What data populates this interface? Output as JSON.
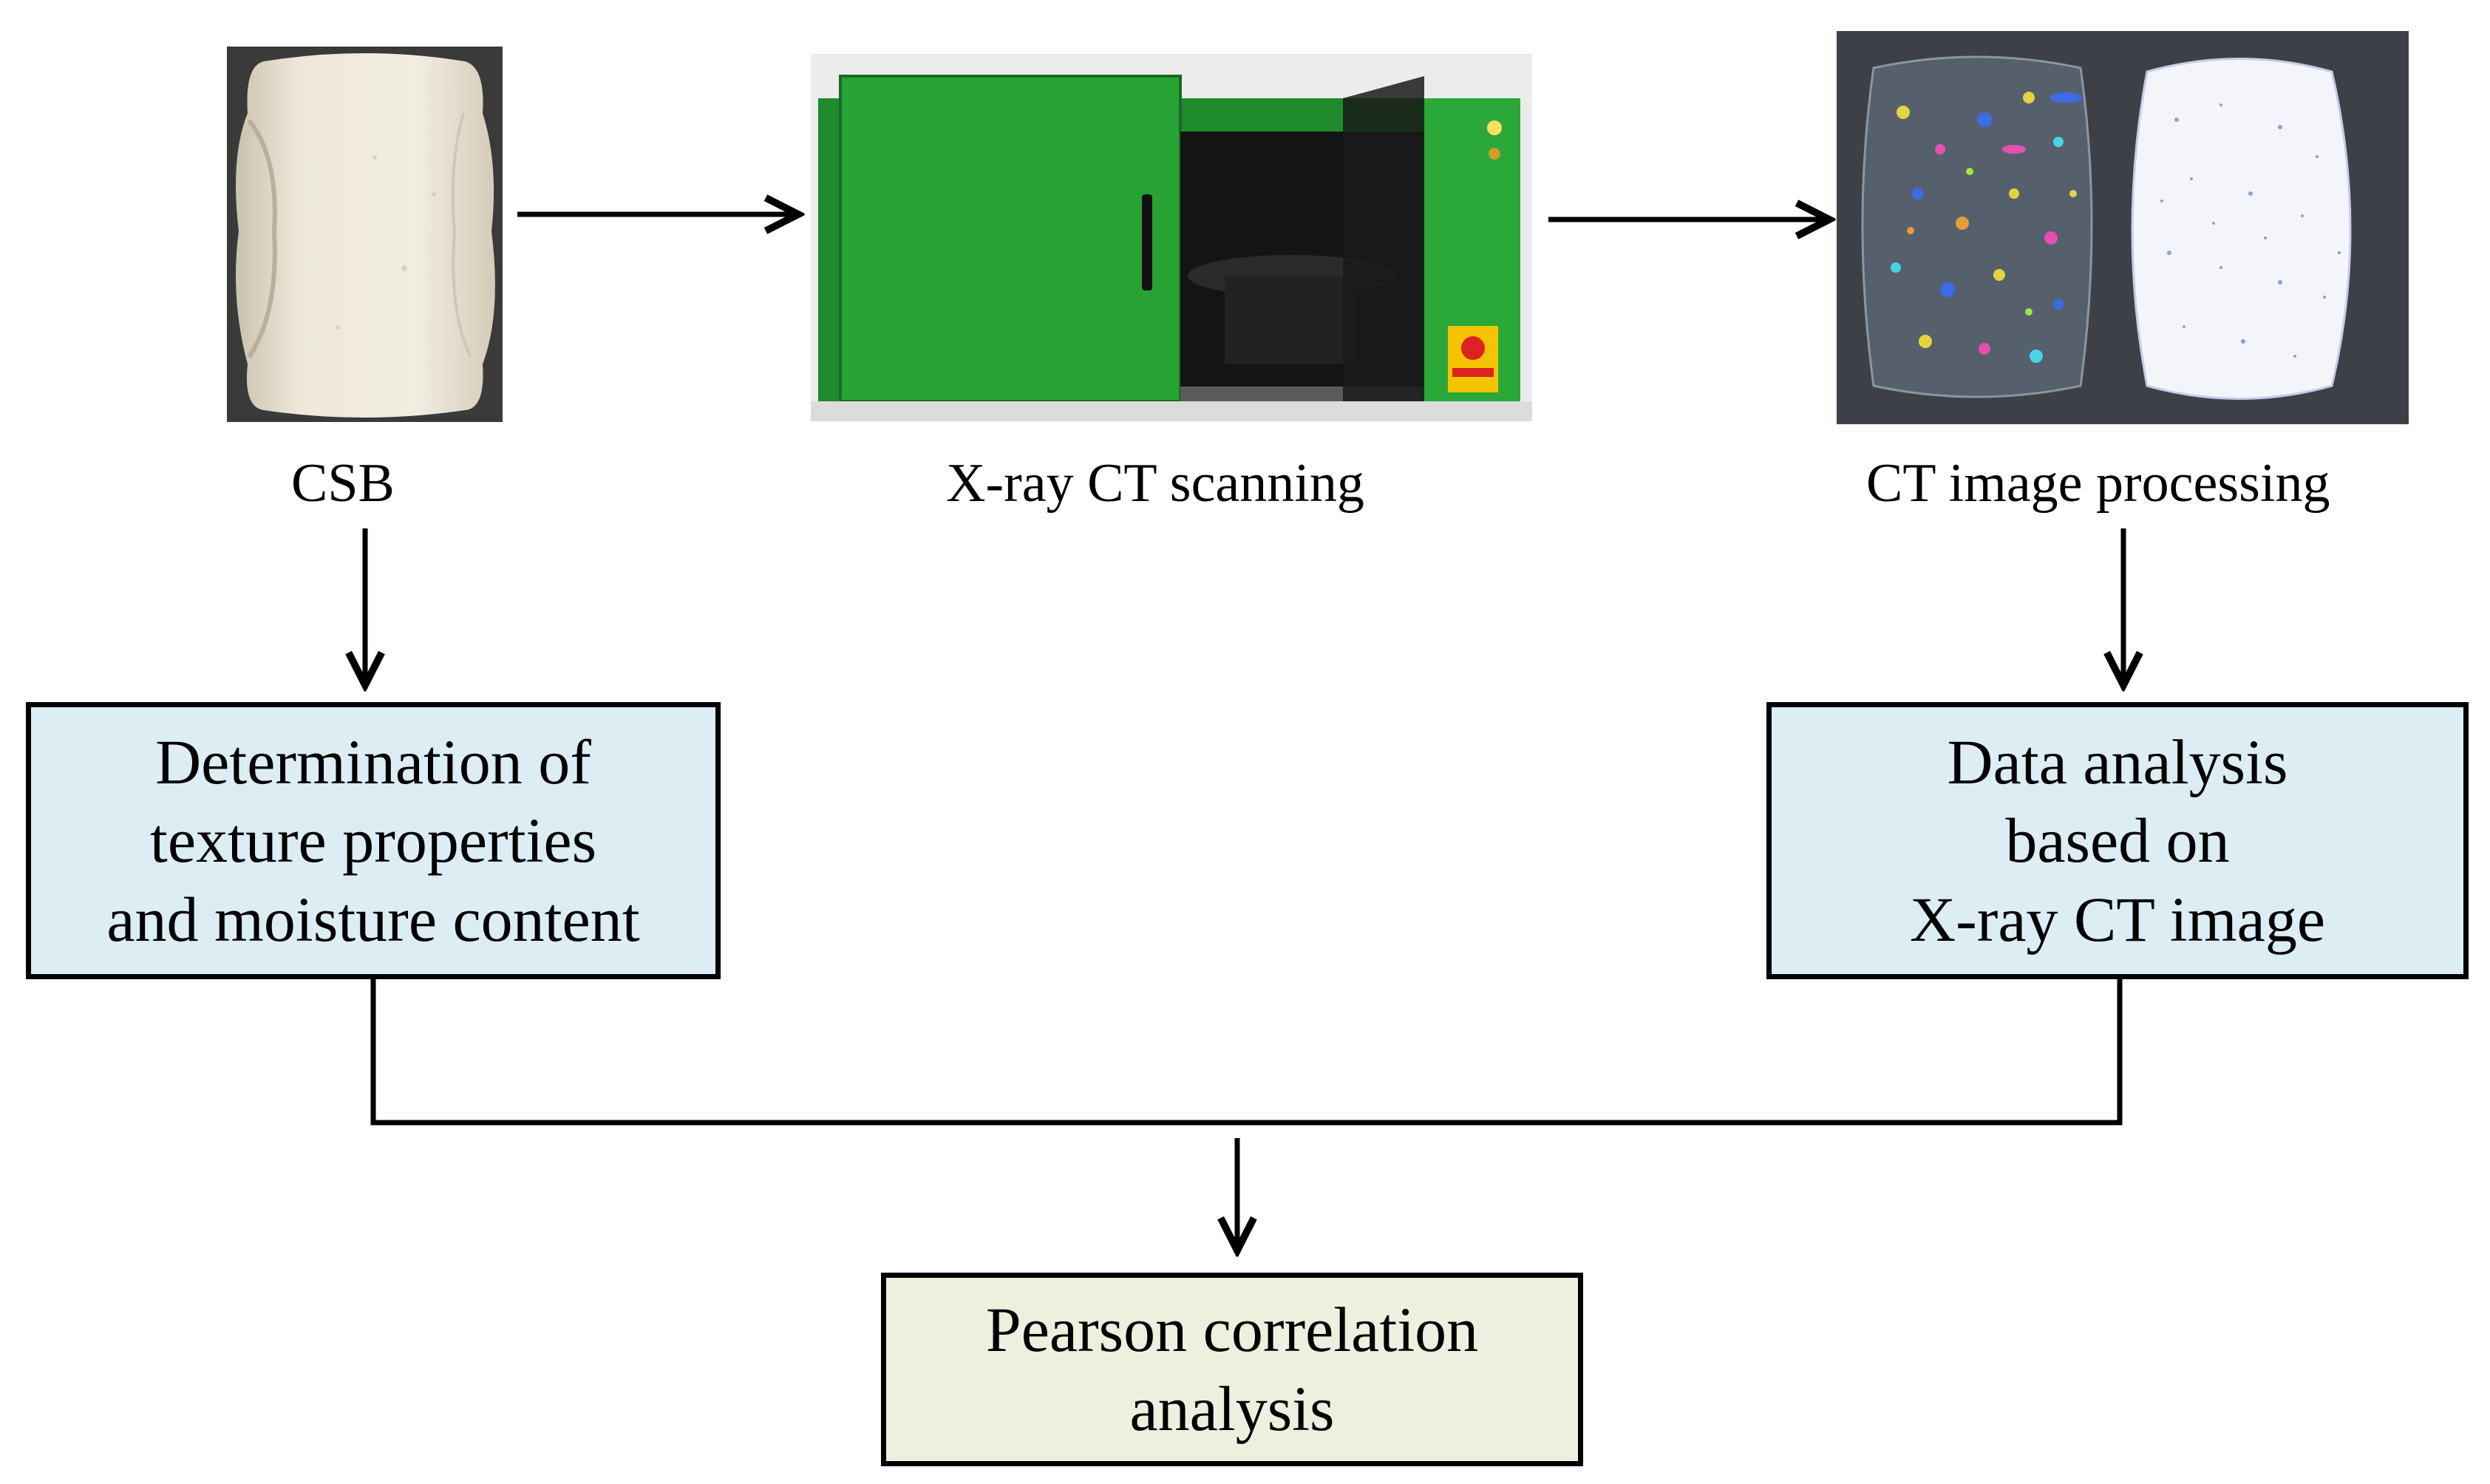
{
  "steps": {
    "csb": {
      "caption": "CSB"
    },
    "scanning": {
      "caption": "X-ray CT scanning"
    },
    "processing": {
      "caption": "CT image processing"
    }
  },
  "boxes": {
    "texture": {
      "lines": [
        "Determination of",
        "texture properties",
        "and moisture content"
      ],
      "color": "#dcedf4"
    },
    "data_analysis": {
      "lines": [
        "Data analysis",
        "based on",
        "X-ray CT image"
      ],
      "color": "#dcedf4"
    },
    "pearson": {
      "lines": [
        "Pearson correlation",
        "analysis"
      ],
      "color": "#ebf1de"
    }
  },
  "images": {
    "csb_photo": "sample-photo",
    "ct_scanner": "ct-scanner-photo",
    "ct_render_pores": "segmented-pore-render",
    "ct_render_density": "density-render"
  }
}
